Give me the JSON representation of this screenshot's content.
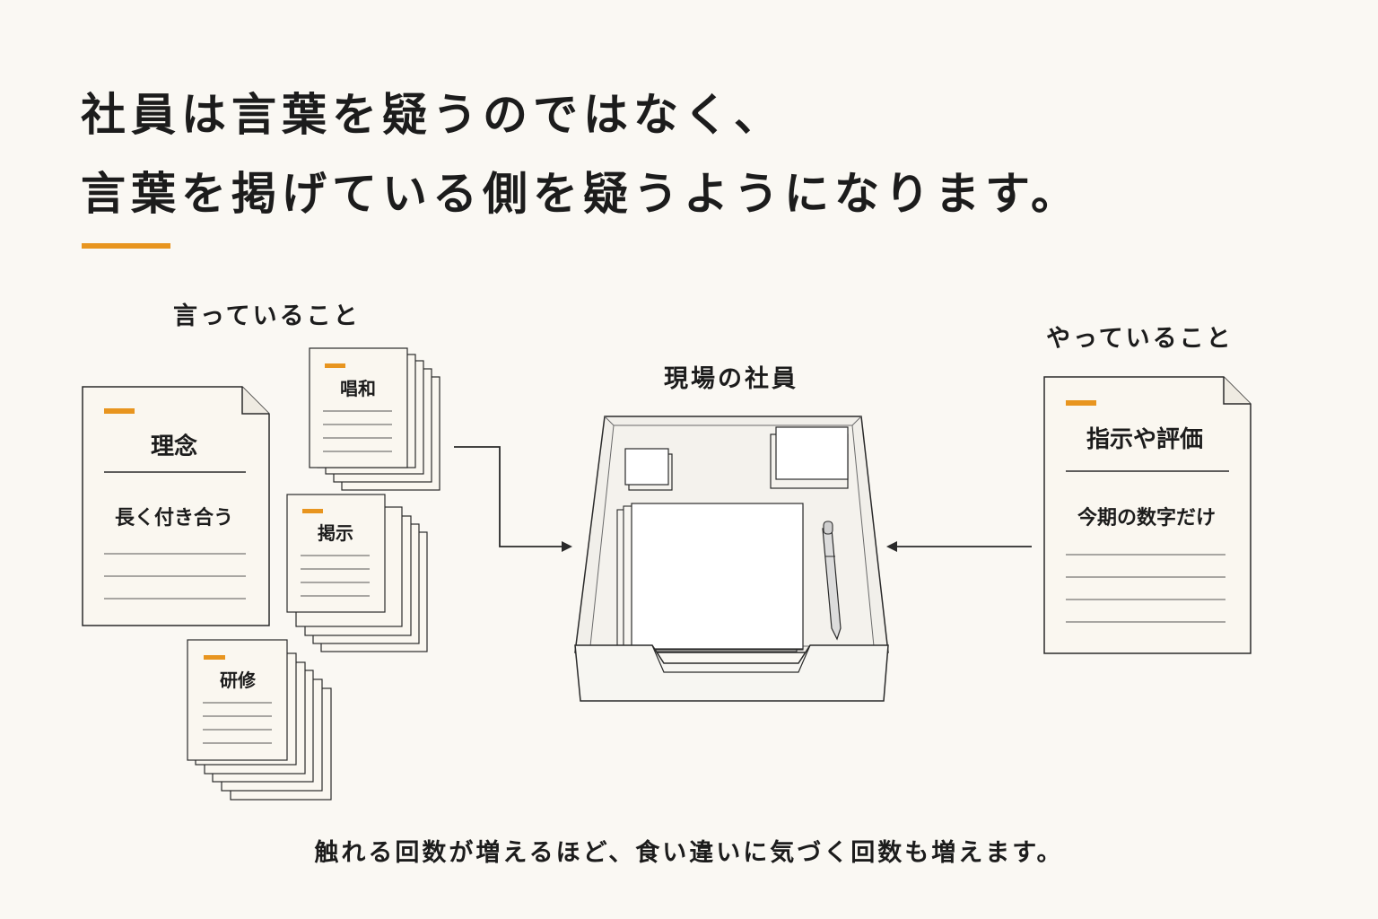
{
  "headline": {
    "line1": "社員は言葉を疑うのではなく、",
    "line2": "言葉を掲げている側を疑うようになります。"
  },
  "left_group": {
    "label": "言っていること",
    "main_doc": {
      "title": "理念",
      "subtitle": "長く付き合う"
    },
    "stacks": [
      {
        "title": "唱和"
      },
      {
        "title": "掲示"
      },
      {
        "title": "研修"
      }
    ]
  },
  "center": {
    "label": "現場の社員"
  },
  "right_group": {
    "label": "やっていること",
    "doc": {
      "title": "指示や評価",
      "subtitle": "今期の数字だけ"
    }
  },
  "footer": {
    "text": "触れる回数が増えるほど、食い違いに気づく回数も増えます。"
  },
  "colors": {
    "accent": "#e8951f",
    "background": "#faf8f3",
    "paper": "#faf7f0",
    "ink": "#1c1c1c"
  }
}
